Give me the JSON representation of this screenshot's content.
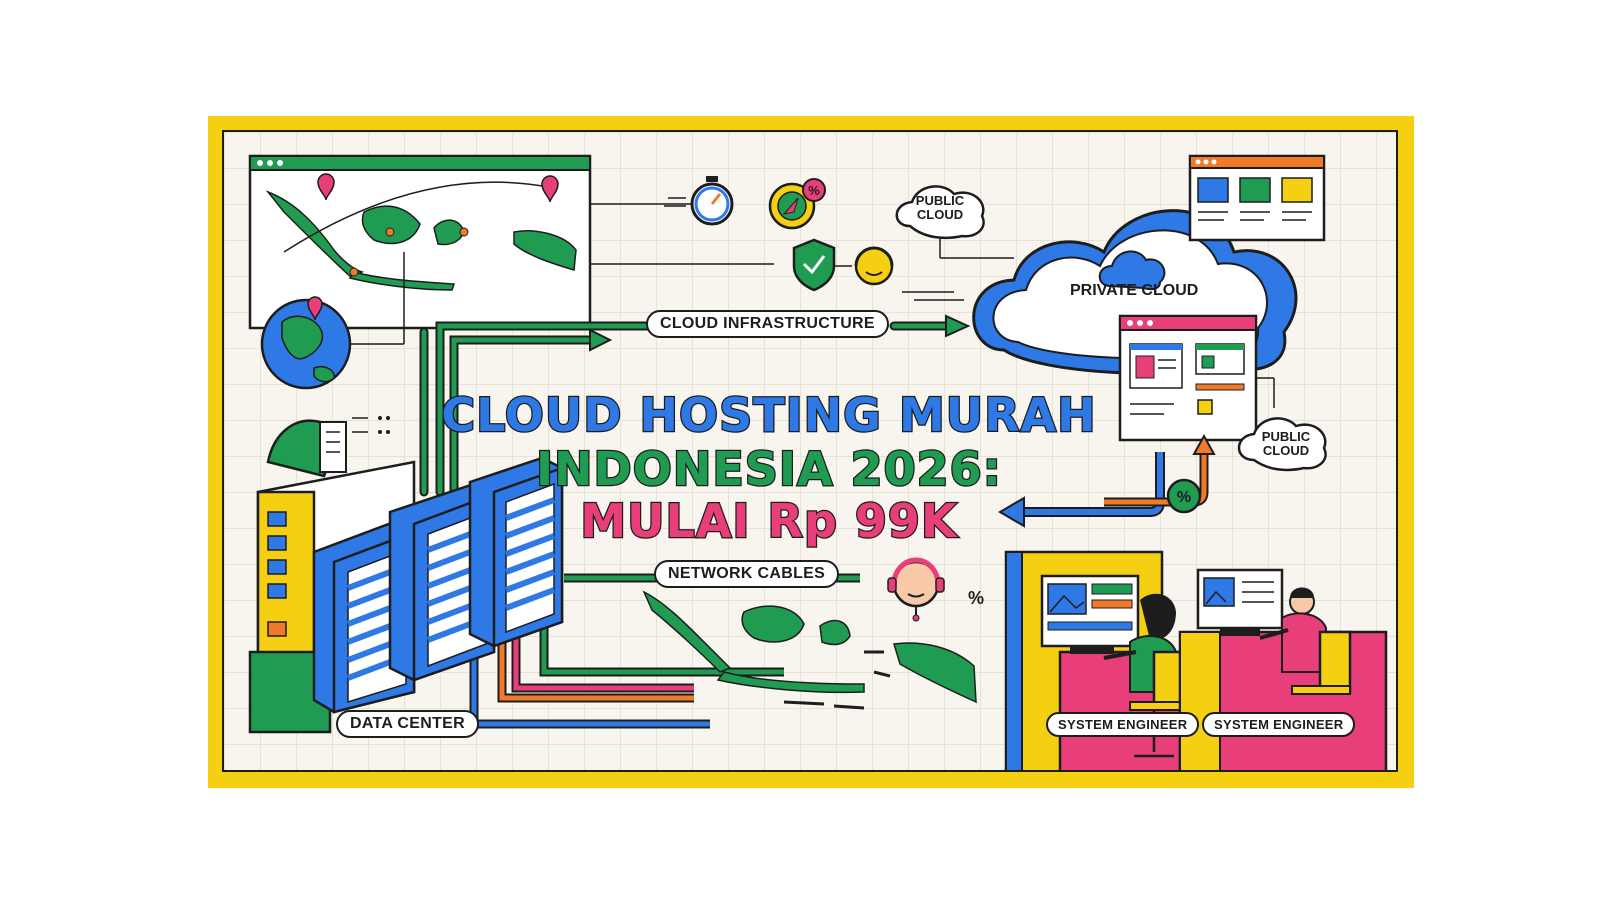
{
  "title": {
    "line1": "CLOUD HOSTING MURAH",
    "line2": "INDONESIA 2026:",
    "line3": "MULAI Rp 99K"
  },
  "labels": {
    "cloud_infrastructure": "CLOUD INFRASTRUCTURE",
    "network_cables": "NETWORK CABLES",
    "data_center": "DATA CENTER",
    "private_cloud": "PRIVATE CLOUD",
    "public_cloud_top_1": "PUBLIC",
    "public_cloud_top_2": "CLOUD",
    "public_cloud_right_1": "PUBLIC",
    "public_cloud_right_2": "CLOUD",
    "system_engineer_1": "SYSTEM ENGINEER",
    "system_engineer_2": "SYSTEM ENGINEER",
    "percent_badge": "%",
    "percent_small": "%"
  },
  "colors": {
    "frame": "#f5cf12",
    "blue": "#2f79e6",
    "green": "#1f9c52",
    "pink": "#e83e7a",
    "orange": "#f07a2a",
    "yellow": "#f5cf12",
    "outline": "#1d1d1d"
  },
  "icons": [
    "map-window-icon",
    "globe-icon",
    "location-pin-icon",
    "stopwatch-icon",
    "compass-discount-icon",
    "shield-check-icon",
    "support-agent-icon",
    "server-rack-icon",
    "building-icon",
    "browser-window-icon",
    "cloud-icon",
    "headset-agent-icon",
    "monitor-icon"
  ]
}
